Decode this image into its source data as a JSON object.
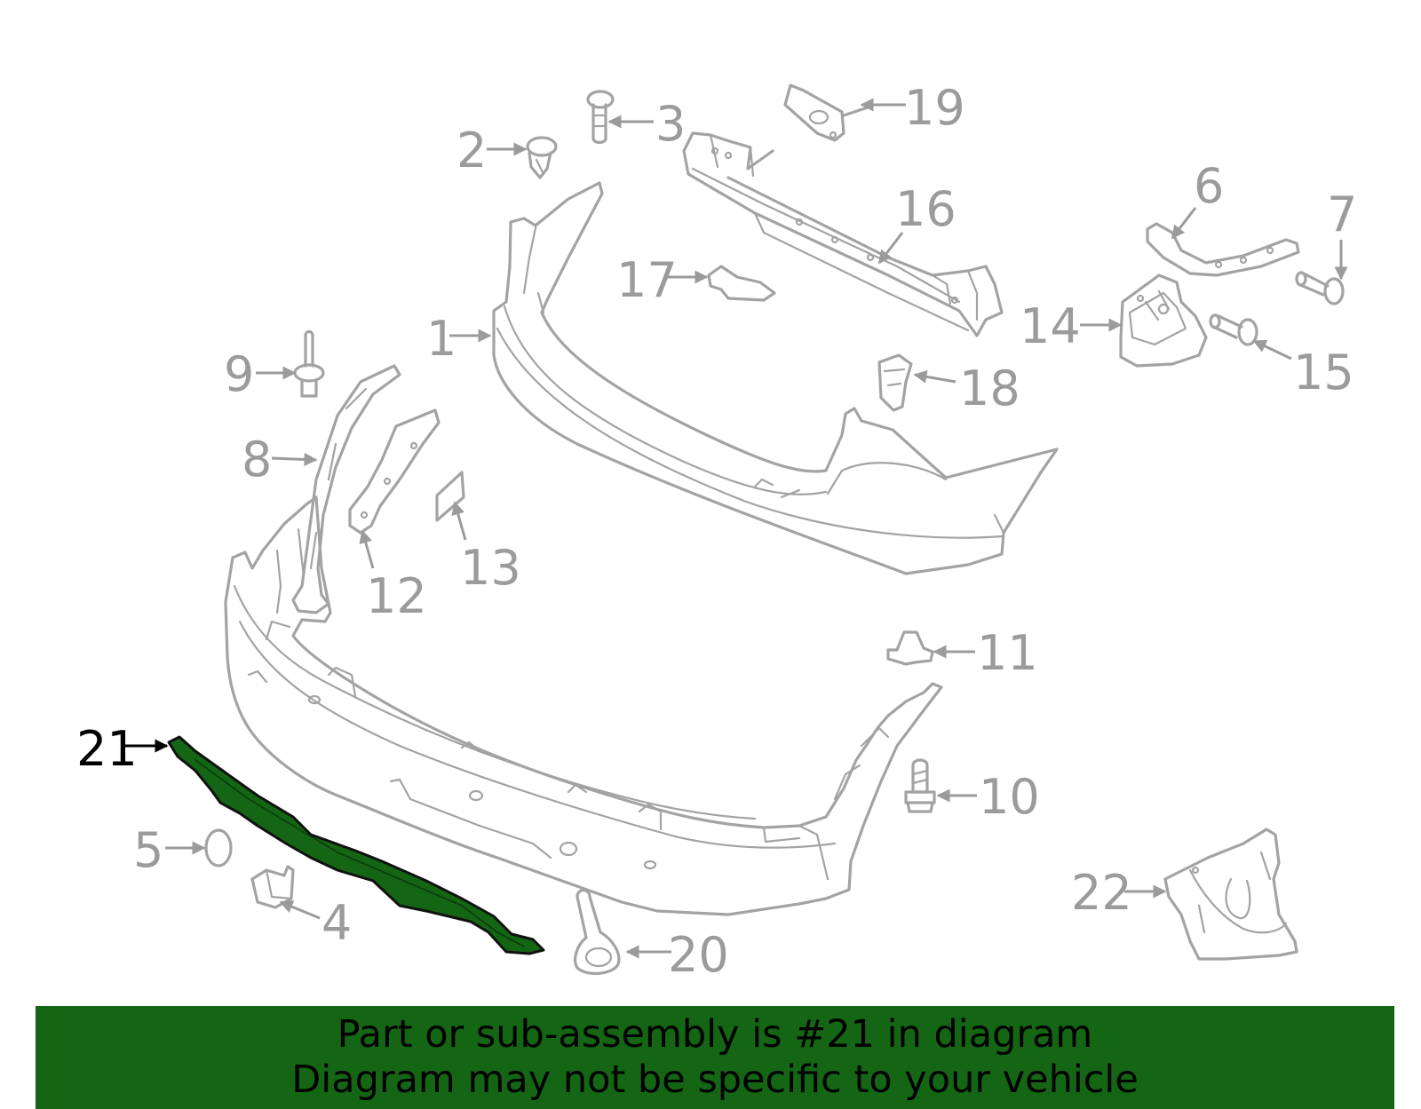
{
  "diagram": {
    "highlight_color": "#146614",
    "highlighted_part": "21",
    "callouts": [
      "1",
      "2",
      "3",
      "4",
      "5",
      "6",
      "7",
      "8",
      "9",
      "10",
      "11",
      "12",
      "13",
      "14",
      "15",
      "16",
      "17",
      "18",
      "19",
      "20",
      "21",
      "22"
    ]
  },
  "banner": {
    "line1": "Part or sub-assembly is #21 in diagram",
    "line2": "Diagram may not be specific to your vehicle",
    "background": "#146614"
  }
}
